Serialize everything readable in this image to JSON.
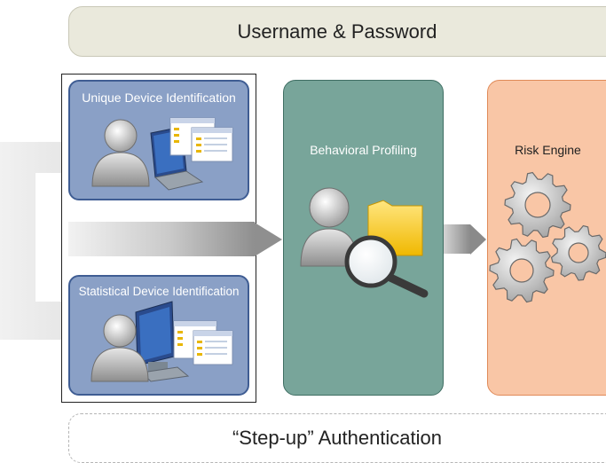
{
  "top_banner": {
    "label": "Username & Password"
  },
  "device_panel": {
    "unique": {
      "label": "Unique Device Identification"
    },
    "statistical": {
      "label": "Statistical Device Identification"
    }
  },
  "behavioral": {
    "label": "Behavioral Profiling"
  },
  "risk": {
    "label": "Risk Engine"
  },
  "bottom_banner": {
    "label": "“Step-up” Authentication"
  },
  "colors": {
    "device_card": "#8aa0c6",
    "behavioral_panel": "#78a59a",
    "risk_panel": "#f9c6a6",
    "banner": "#eae9dc"
  },
  "icons": [
    "user-icon",
    "laptop-icon",
    "desktop-monitor-icon",
    "window-icon",
    "folder-icon",
    "magnifier-icon",
    "gear-icon"
  ]
}
